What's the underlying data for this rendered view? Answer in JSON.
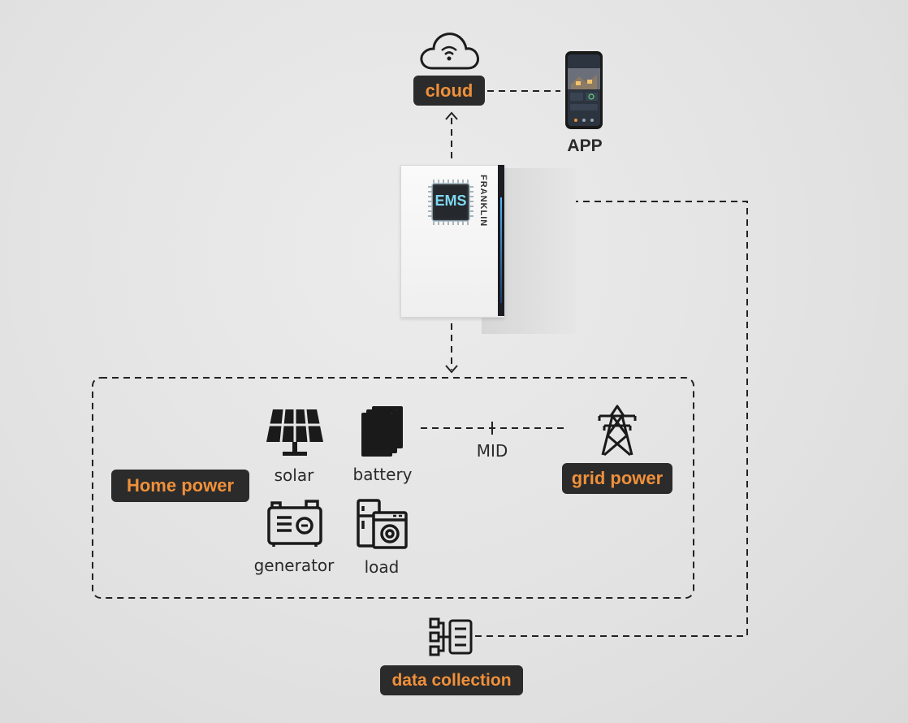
{
  "labels": {
    "cloud": "cloud",
    "app": "APP",
    "ems": "EMS",
    "brand": "FRANKLIN",
    "home_power": "Home power",
    "solar": "solar",
    "battery": "battery",
    "generator": "generator",
    "load": "load",
    "mid": "MID",
    "grid_power": "grid power",
    "data_collection": "data collection"
  },
  "icons": [
    "cloud-wifi-icon",
    "smartphone-icon",
    "ems-chip-icon",
    "solar-panel-icon",
    "battery-icon",
    "generator-icon",
    "load-appliance-icon",
    "transmission-tower-icon",
    "data-collection-icon"
  ],
  "colors": {
    "tag_bg": "#2b2b2b",
    "tag_text": "#f0903a",
    "line": "#222222",
    "ems_text": "#7fd8f0"
  }
}
